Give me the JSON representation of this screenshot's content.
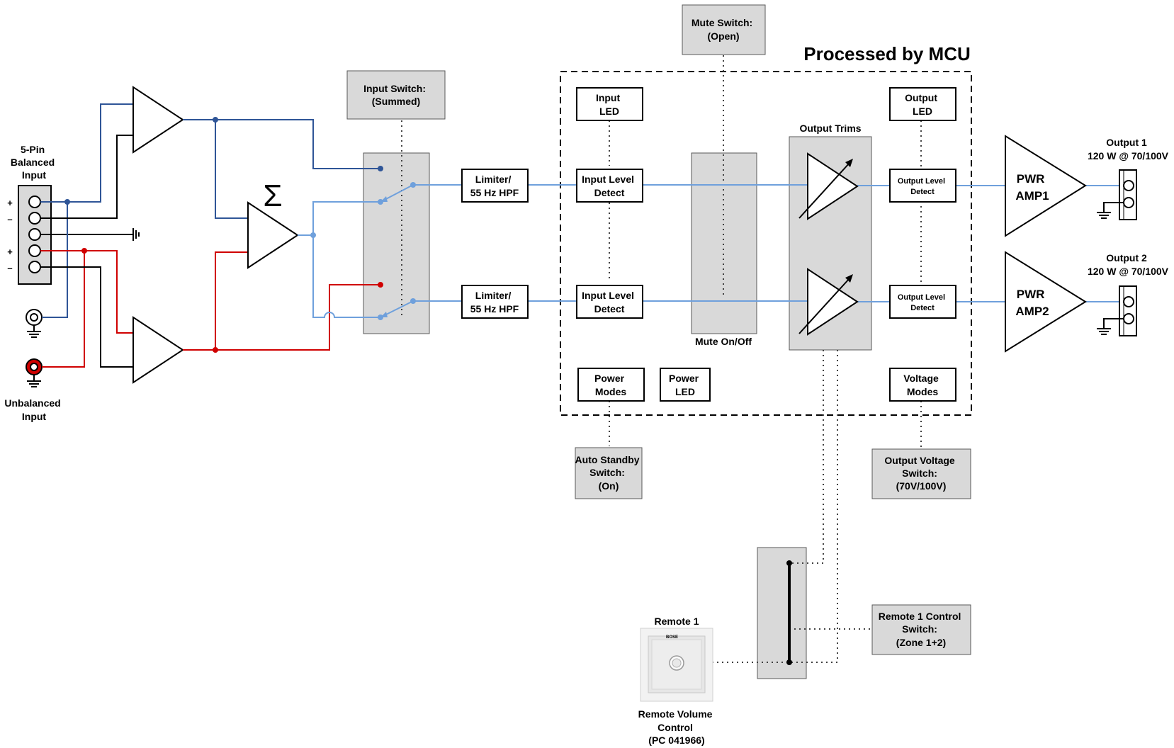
{
  "title": "Processed by MCU",
  "inputs": {
    "balanced_label": [
      "5-Pin",
      "Balanced",
      "Input"
    ],
    "unbalanced_label": [
      "Unbalanced",
      "Input"
    ],
    "pin_marks": [
      "+",
      "–",
      "+",
      "–"
    ]
  },
  "sum_symbol": "Σ",
  "input_switch": [
    "Input Switch:",
    "(Summed)"
  ],
  "limiter": [
    "Limiter/",
    "55 Hz HPF"
  ],
  "input_led": [
    "Input",
    "LED"
  ],
  "input_level_detect": [
    "Input Level",
    "Detect"
  ],
  "mute_switch": [
    "Mute Switch:",
    "(Open)"
  ],
  "mute_label": "Mute On/Off",
  "output_trims": "Output Trims",
  "output_led": [
    "Output",
    "LED"
  ],
  "output_level_detect": [
    "Output Level",
    "Detect"
  ],
  "power_modes": [
    "Power",
    "Modes"
  ],
  "power_led": [
    "Power",
    "LED"
  ],
  "voltage_modes": [
    "Voltage",
    "Modes"
  ],
  "auto_standby": [
    "Auto Standby",
    "Switch:",
    "(On)"
  ],
  "output_voltage_switch": [
    "Output Voltage",
    "Switch:",
    "(70V/100V)"
  ],
  "amp1": [
    "PWR",
    "AMP1"
  ],
  "amp2": [
    "PWR",
    "AMP2"
  ],
  "output1": [
    "Output 1",
    "120 W @ 70/100V"
  ],
  "output2": [
    "Output 2",
    "120 W @ 70/100V"
  ],
  "remote1_control_switch": [
    "Remote 1 Control",
    "Switch:",
    "(Zone 1+2)"
  ],
  "remote1_title": "Remote 1",
  "remote_volume": [
    "Remote Volume",
    "Control",
    "(PC 041966)"
  ],
  "remote_brand": "BOSE",
  "colors": {
    "signal_blue": "#6fa0dc",
    "dark_blue": "#2f5597",
    "red": "#d00000",
    "box_gray": "#d9d9d9"
  }
}
